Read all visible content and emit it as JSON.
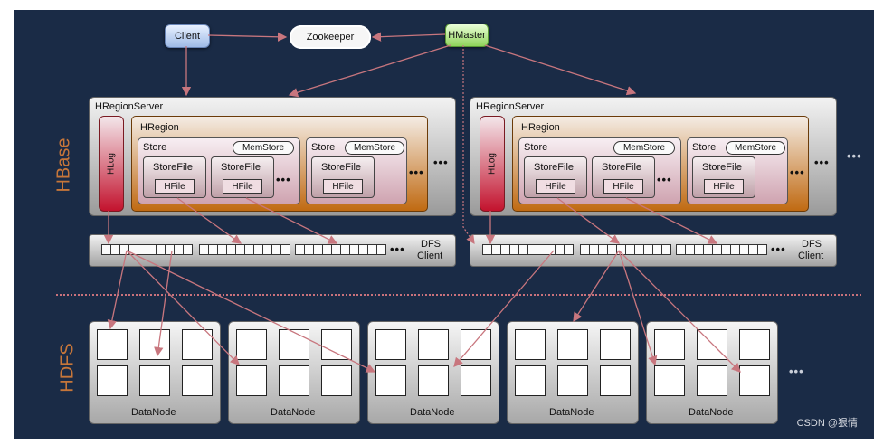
{
  "nodes": {
    "client": "Client",
    "zookeeper": "Zookeeper",
    "hmaster": "HMaster"
  },
  "section_labels": {
    "hbase": "HBase",
    "hdfs": "HDFS"
  },
  "server": {
    "title": "HRegionServer",
    "hlog": "HLog",
    "region": "HRegion",
    "store": "Store",
    "memstore": "MemStore",
    "storefile": "StoreFile",
    "hfile": "HFile",
    "ellipsis": "•••"
  },
  "dfs_client": {
    "line1": "DFS",
    "line2": "Client"
  },
  "datanode": "DataNode",
  "watermark": "CSDN @狠情",
  "colors": {
    "background": "#1a2b46",
    "arrow": "#c8767e",
    "hlog_red": "#c3132e",
    "region_orange": "#c06a12",
    "label_orange": "#c6763a"
  }
}
